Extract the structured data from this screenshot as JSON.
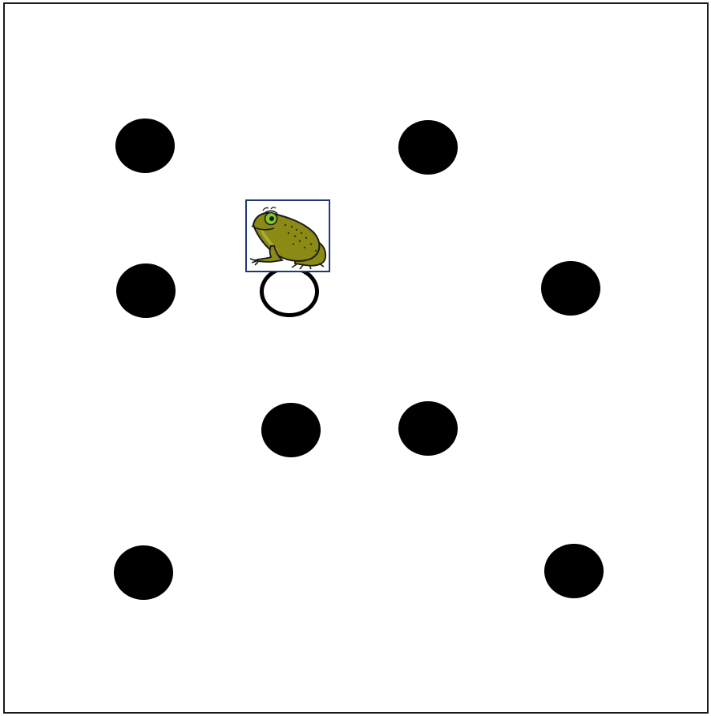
{
  "game": {
    "piece": {
      "kind": "frog",
      "icon": "frog-icon"
    },
    "colors": {
      "peg": "#000000",
      "empty_hole_border": "#000000",
      "board_border": "#1a1a1a",
      "tile_border": "#1f3a73",
      "frog_body": "#8a8a14",
      "frog_eye": "#7dcc2a"
    },
    "pegs": [
      {
        "id": "top-left",
        "state": "filled"
      },
      {
        "id": "top-center",
        "state": "filled"
      },
      {
        "id": "mid-left",
        "state": "filled"
      },
      {
        "id": "mid-center",
        "state": "empty"
      },
      {
        "id": "mid-right",
        "state": "filled"
      },
      {
        "id": "lower-center-left",
        "state": "filled"
      },
      {
        "id": "lower-center-right",
        "state": "filled"
      },
      {
        "id": "bottom-left",
        "state": "filled"
      },
      {
        "id": "bottom-right",
        "state": "filled"
      }
    ]
  }
}
